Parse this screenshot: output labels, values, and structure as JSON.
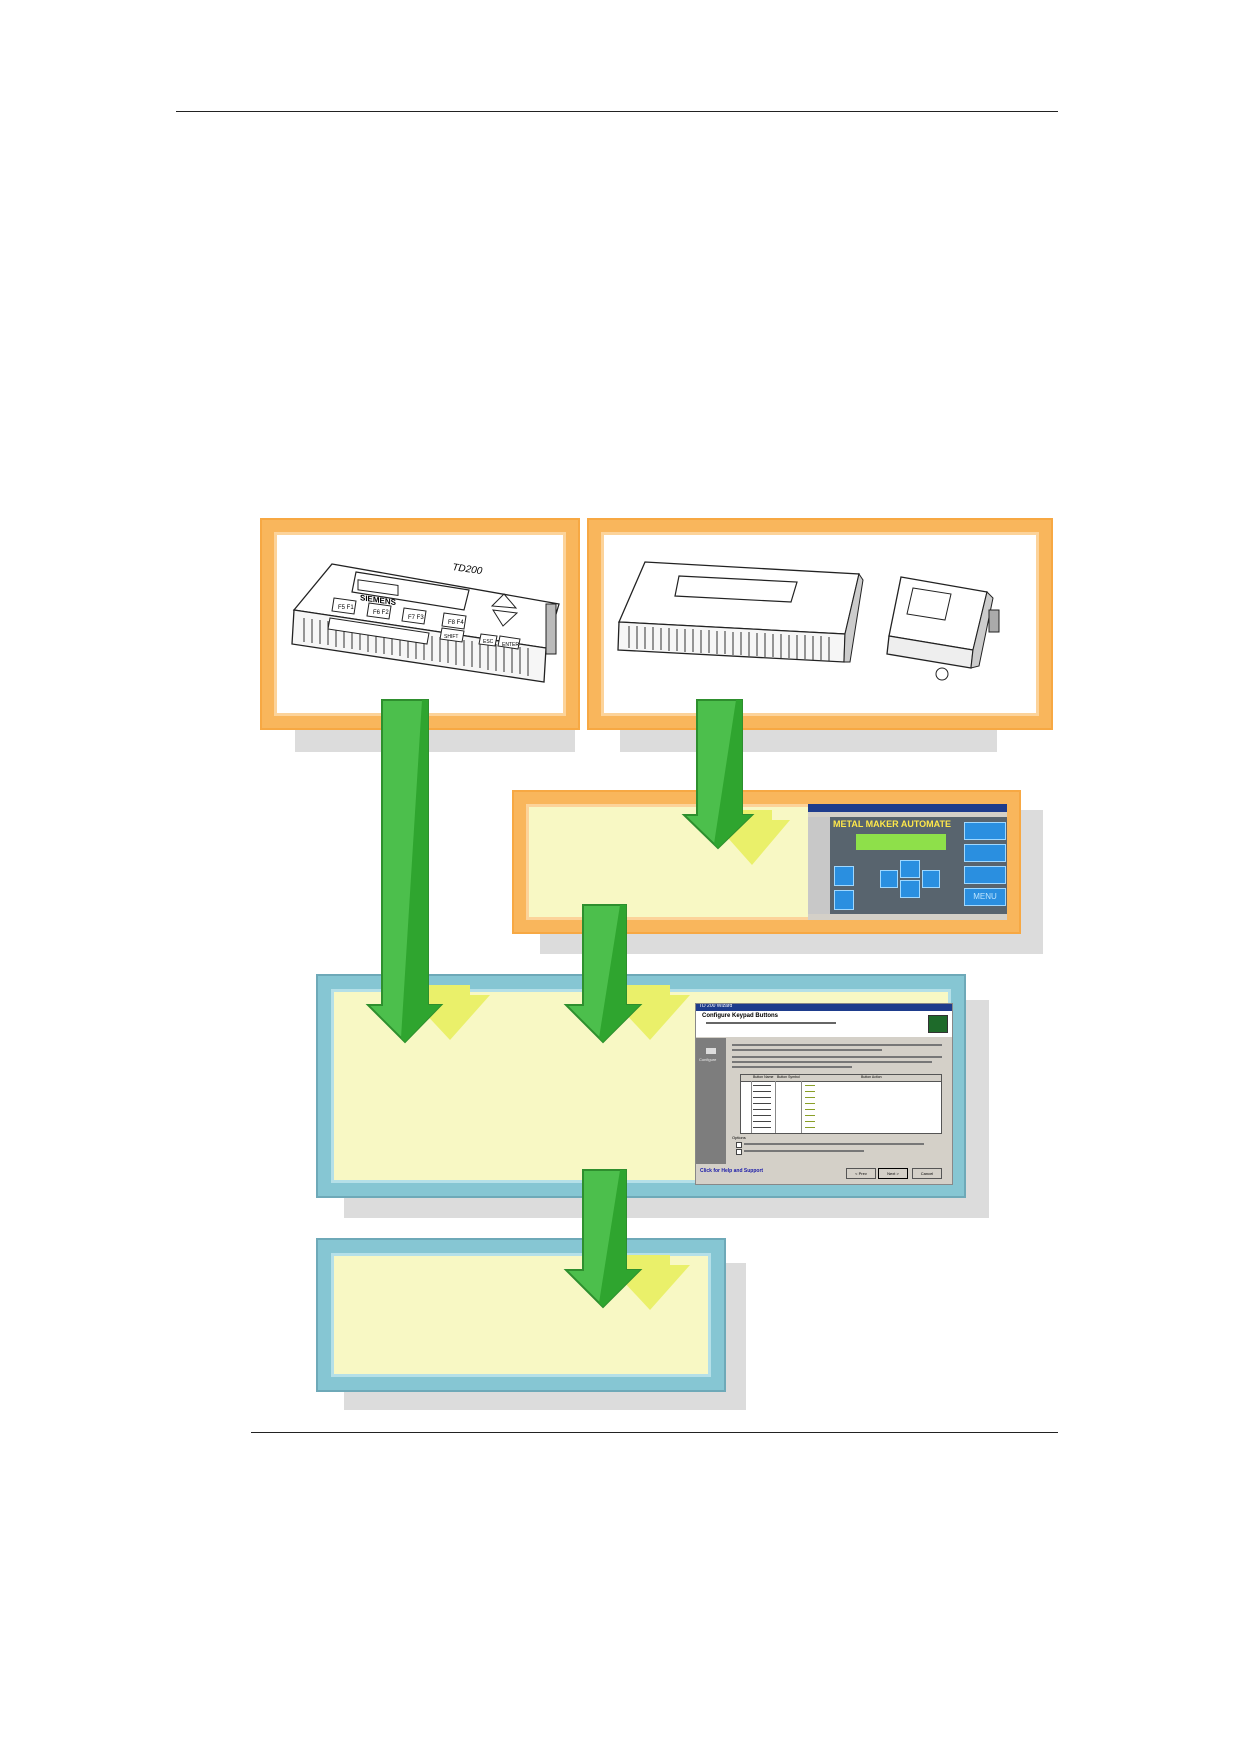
{
  "page": {
    "top_rule": true,
    "bottom_rule": true
  },
  "devices": {
    "td200_brand": "SIEMENS",
    "td200_model": "TD200",
    "td200_keys": [
      "F5\nF1",
      "F6\nF2",
      "F7\nF3",
      "F8\nF4"
    ],
    "td200_shift": "SHIFT",
    "td200_esc": "ESC",
    "td200_enter": "ENTER"
  },
  "hmi_screen": {
    "title": "METAL MAKER AUTOMATE",
    "right_buttons": [
      "",
      "",
      "",
      "MENU"
    ]
  },
  "wizard": {
    "window_title": "TD 200 Wizard",
    "heading": "Configure Keypad Buttons",
    "sidebar_label": "Configure",
    "table_headers": [
      "Button Name",
      "Button Symbol",
      "Button Action"
    ],
    "options_label": "Options",
    "help_link": "Click for Help and Support",
    "buttons": [
      "< Prev",
      "Next >",
      "Cancel"
    ]
  },
  "colors": {
    "orange_frame": "#f9b65c",
    "blue_frame": "#86c6d3",
    "box_fill": "#f8f8c4",
    "arrow_green": "#4cbf4c",
    "arrow_shadow": "#eaf06a"
  }
}
